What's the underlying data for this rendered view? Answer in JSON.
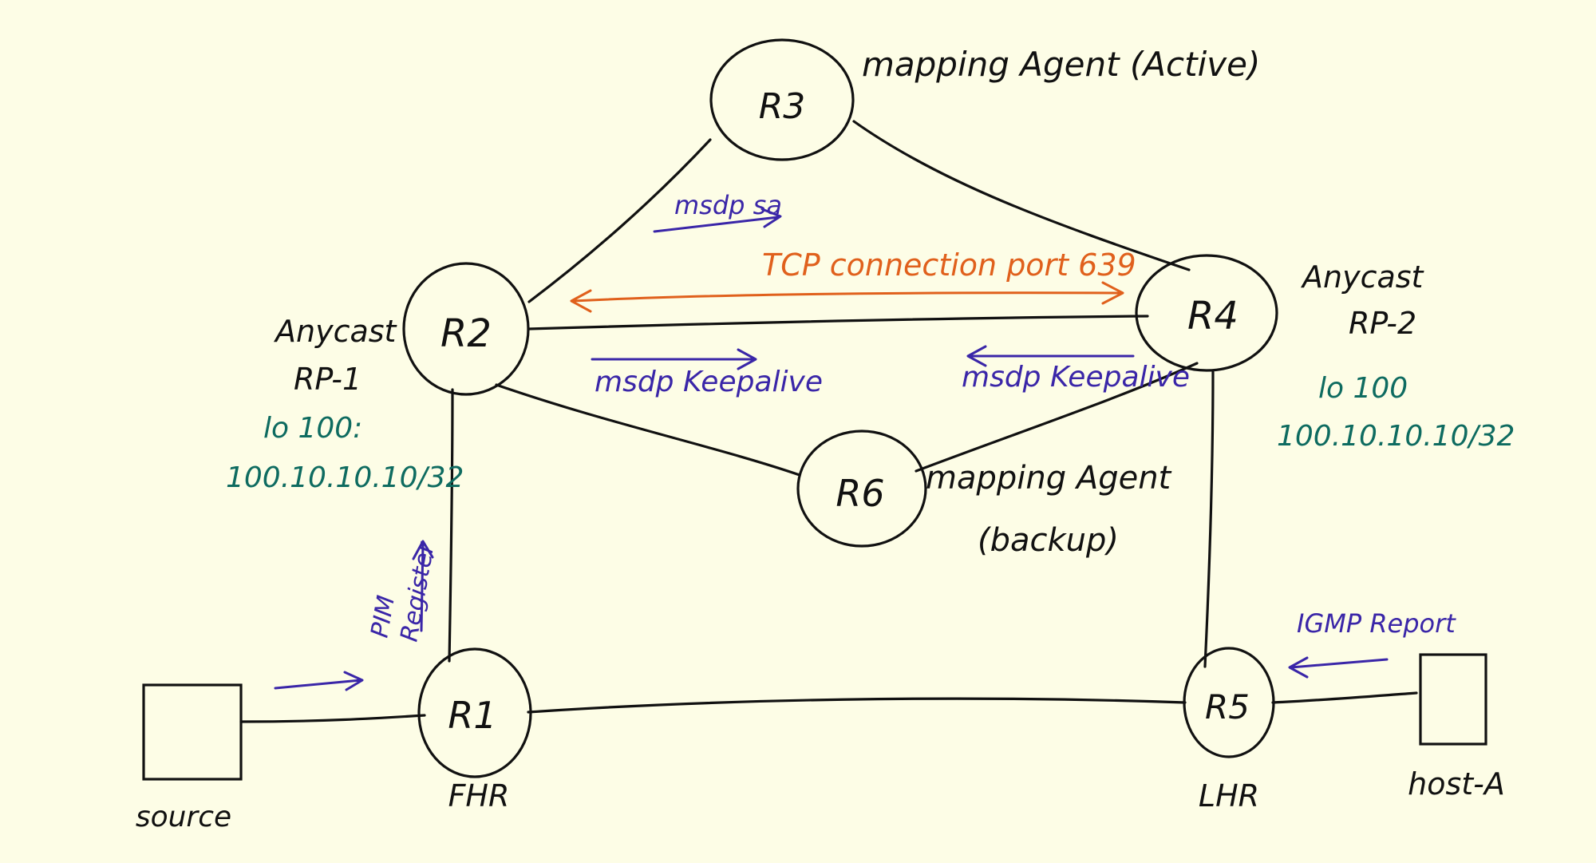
{
  "nodes": {
    "r1": "R1",
    "r2": "R2",
    "r3": "R3",
    "r4": "R4",
    "r5": "R5",
    "r6": "R6"
  },
  "labels": {
    "r3_role": "mapping Agent (Active)",
    "r6_role_line1": "mapping Agent",
    "r6_role_line2": "(backup)",
    "r2_role_line1": "Anycast",
    "r2_role_line2": "RP-1",
    "r2_loopback_line1": "lo 100:",
    "r2_loopback_line2": "100.10.10.10/32",
    "r4_role_line1": "Anycast",
    "r4_role_line2": "RP-2",
    "r4_loopback_line1": "lo 100",
    "r4_loopback_line2": "100.10.10.10/32",
    "fhr": "FHR",
    "lhr": "LHR",
    "source": "source",
    "host_a": "host-A"
  },
  "messages": {
    "msdp_sa": "msdp sa",
    "tcp_connection": "TCP connection port 639",
    "msdp_keepalive_left": "msdp Keepalive",
    "msdp_keepalive_right": "msdp Keepalive",
    "pim_register_line1": "PIM",
    "pim_register_line2": "Register",
    "igmp_report": "IGMP Report"
  },
  "colors": {
    "background": "#fdfde6",
    "ink": "#111111",
    "annotation_blue": "#3a26a8",
    "address_teal": "#0e6b60",
    "tcp_orange": "#e0601c"
  }
}
